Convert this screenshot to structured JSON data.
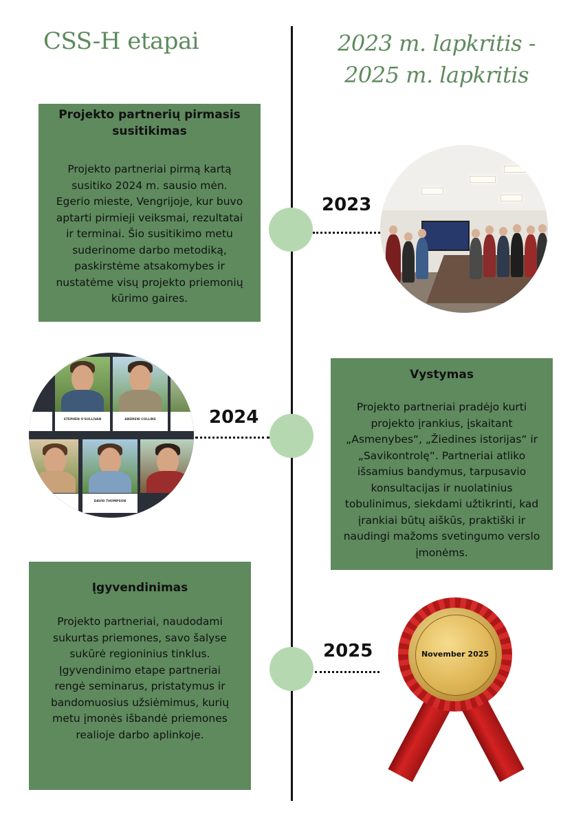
{
  "header": {
    "title_left": "CSS-H etapai",
    "title_right_line1": "2023 m. lapkritis -",
    "title_right_line2": "2025 m. lapkritis"
  },
  "timeline": [
    {
      "year": "2023",
      "title": "Projekto partnerių pirmasis susitikimas",
      "text": "Projekto partneriai pirmą kartą susitiko 2024 m. sausio mėn. Egerio mieste, Vengrijoje, kur buvo aptarti pirmieji veiksmai, rezultatai ir terminai. Šio susitikimo metu suderinome darbo metodiką, paskirstėme atsakomybes ir nustatėme visų projekto priemonių kūrimo gaires."
    },
    {
      "year": "2024",
      "title": "Vystymas",
      "text": "Projekto partneriai pradėjo kurti projekto įrankius, įskaitant „Asmenybes“, „Žiedines istorijas“ ir „Savikontrolę“. Partneriai atliko išsamius bandymus, tarpusavio konsultacijas ir nuolatinius tobulinimus, siekdami užtikrinti, kad įrankiai būtų aiškūs, praktiški ir naudingi mažoms svetingumo verslo įmonėms."
    },
    {
      "year": "2025",
      "title": "Įgyvendinimas",
      "text": "Projekto partneriai, naudodami sukurtas priemones, savo šalyse sukūrė regioninius tinklus. Įgyvendinimo etape partneriai rengė seminarus, pristatymus ir bandomuosius užsiėmimus, kurių metu įmonės išbandė priemones realioje darbo aplinkoje."
    }
  ],
  "collage_captions": {
    "c1_name": "STEPHEN O'SULLIVAN",
    "c2_name": "ANDREW COLLINS",
    "c3_name": "DAVID THOMPSON"
  },
  "medal": {
    "label": "November 2025"
  },
  "colors": {
    "card_green": "#5e8a5e",
    "dot_green": "#b5d8b0",
    "title_green": "#5e8a5e"
  }
}
